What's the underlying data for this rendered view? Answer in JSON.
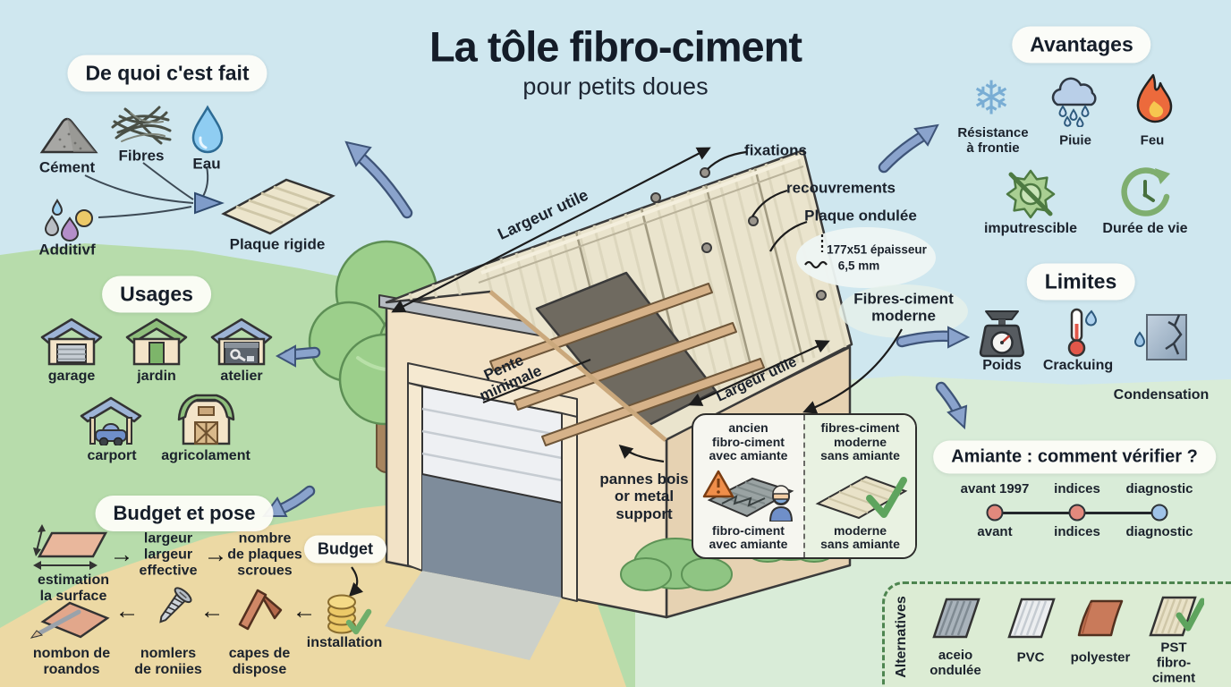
{
  "title": {
    "main": "La tôle fibro-ciment",
    "subtitle": "pour petits doues"
  },
  "composition": {
    "heading": "De quoi c'est fait",
    "cement": "Cément",
    "fibres": "Fibres",
    "water": "Eau",
    "additives": "Additivf",
    "result": "Plaque rigide"
  },
  "usages": {
    "heading": "Usages",
    "garage": "garage",
    "garden": "jardin",
    "workshop": "atelier",
    "carport": "carport",
    "agricultural": "agricolament"
  },
  "budget": {
    "heading": "Budget et pose",
    "step_surface": "estimation\nla surface",
    "step_width": "largeur\nlargeur\neffective",
    "step_count": "nombre\nde plaques\nscroues",
    "budget_label": "Budget",
    "install": "installation",
    "step_caps": "capes de\ndispose",
    "step_screws": "nomlers\nde roniies",
    "step_ridge": "nombon de\nroandos",
    "arrow_right": "→",
    "arrow_left": "←"
  },
  "roof": {
    "width_top": "Largeur utile",
    "fixations": "fixations",
    "overlaps": "recouvrements",
    "sheet": "Plaque ondulée",
    "dimension": "177x51 épaisseur",
    "thickness": "6,5 mm",
    "material": "Fibres-ciment\nmoderne",
    "slope": "Pente\nminimale",
    "support": "pannes bois\nor metal\nsupport",
    "width_bottom": "Largeur utile"
  },
  "comparison": {
    "old_title": "ancien\nfibro-ciment\navec amiante",
    "old_caption": "fibro-ciment\navec amiante",
    "new_title": "fibres-ciment\nmoderne\nsans amiante",
    "new_caption": "moderne\nsans amiante"
  },
  "advantages": {
    "heading": "Avantages",
    "frost": "Résistance\nà frontie",
    "rain": "Piuie",
    "fire": "Feu",
    "rot": "imputrescible",
    "lifespan": "Durée de vie",
    "snowflake_glyph": "❄"
  },
  "limits": {
    "heading": "Limites",
    "weight": "Poids",
    "cracking": "Crackuing",
    "condensation": "Condensation"
  },
  "asbestos": {
    "heading": "Amiante : comment vérifier ?",
    "t1_top": "avant 1997",
    "t2_top": "indices",
    "t3_top": "diagnostic",
    "t1_bottom": "avant",
    "t2_bottom": "indices",
    "t3_bottom": "diagnostic"
  },
  "alternatives": {
    "heading": "Alternatives",
    "steel": "aceio\nondulée",
    "pvc": "PVC",
    "polyester": "polyester",
    "fibro": "PST fibro-\nciment"
  },
  "colors": {
    "sky": "#cfe7ef",
    "grass": "#b7dcab",
    "pale_green": "#d9ecd8",
    "path": "#ecd9a4",
    "roof_sheet": "#eae4cd",
    "wall": "#f2e2c6",
    "blue_arrow": "#8aa3cc",
    "warning_orange": "#ef8e4a",
    "ok_green": "#5ea45e",
    "dot_past": "#e2897d",
    "dot_diag": "#9fc3e8"
  }
}
